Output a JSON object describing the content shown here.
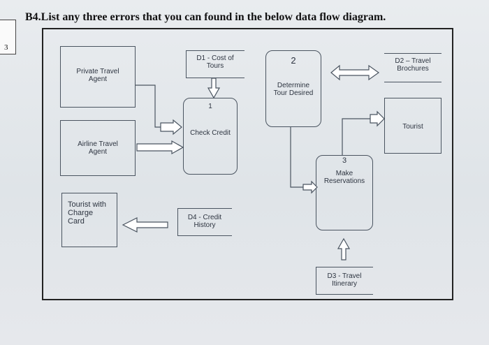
{
  "question": {
    "text": "B4.List any three errors that you can found in the below data flow diagram."
  },
  "left_margin": {
    "number": "3"
  },
  "entities": {
    "private_travel_agent": "Private Travel\nAgent",
    "airline_travel_agent": "Airline Travel\nAgent",
    "tourist_with_card": "Tourist with\nCharge\nCard",
    "tourist": "Tourist"
  },
  "processes": {
    "p1": {
      "number": "1",
      "label": "Check Credit"
    },
    "p2": {
      "number": "2",
      "label": "Determine\nTour Desired"
    },
    "p3": {
      "number": "3",
      "label": "Make\nReservations"
    }
  },
  "stores": {
    "d1": "D1 - Cost of\nTours",
    "d2": "D2 – Travel\nBrochures",
    "d3": "D3 - Travel\nItinerary",
    "d4": "D4 - Credit\nHistory"
  }
}
